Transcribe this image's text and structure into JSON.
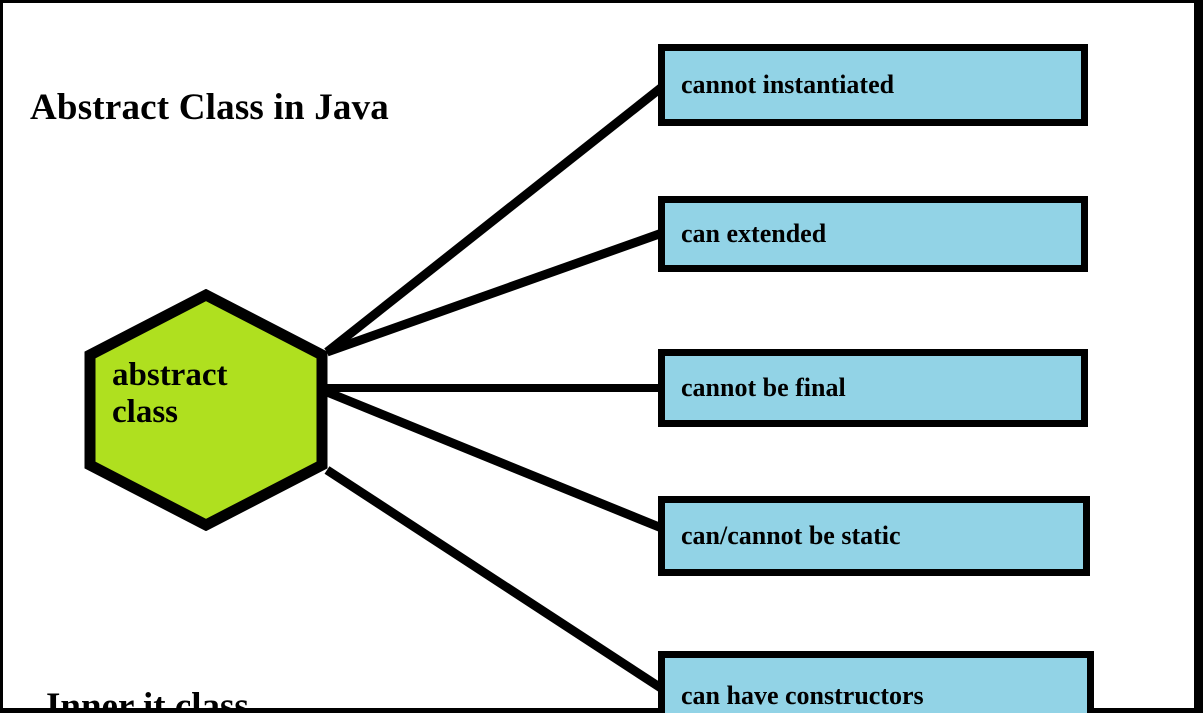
{
  "diagram": {
    "title": "Abstract Class in Java",
    "center_node": {
      "label_line_1": "abstract",
      "label_line_2": "class",
      "shape": "hexagon",
      "fill_color": "#AFE01F",
      "stroke_color": "#000000"
    },
    "feature_boxes": [
      {
        "label": "cannot instantiated"
      },
      {
        "label": "can extended"
      },
      {
        "label": "cannot be final"
      },
      {
        "label": "can/cannot be static"
      },
      {
        "label": "can have constructors"
      }
    ],
    "box_fill_color": "#92D3E6",
    "box_stroke_color": "#000000",
    "partial_bottom_text": "Inner it class",
    "frame_color": "#000000",
    "background_color": "#FFFFFF"
  }
}
